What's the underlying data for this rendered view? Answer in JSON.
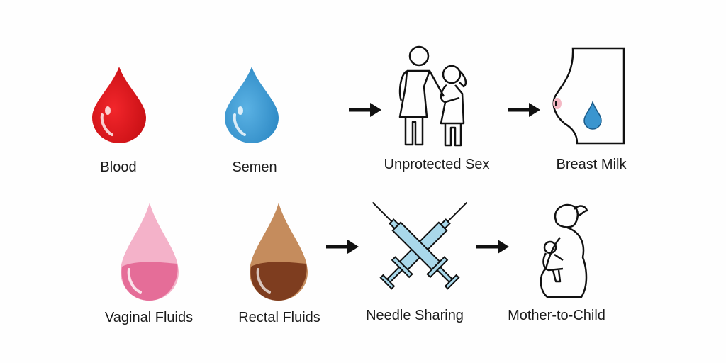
{
  "fluids": [
    {
      "label": "Blood",
      "color": "#e3161d"
    },
    {
      "label": "Semen",
      "color": "#3f9bd3"
    },
    {
      "label": "Vaginal Fluids",
      "color": "#ec8fb2"
    },
    {
      "label": "Rectal Fluids",
      "color": "#9c5a34"
    }
  ],
  "routes": [
    {
      "label": "Unprotected Sex",
      "icon": "couple-icon"
    },
    {
      "label": "Breast Milk",
      "icon": "breast-milk-icon"
    },
    {
      "label": "Needle Sharing",
      "icon": "crossed-syringes-icon"
    },
    {
      "label": "Mother-to-Child",
      "icon": "mother-child-icon"
    }
  ]
}
